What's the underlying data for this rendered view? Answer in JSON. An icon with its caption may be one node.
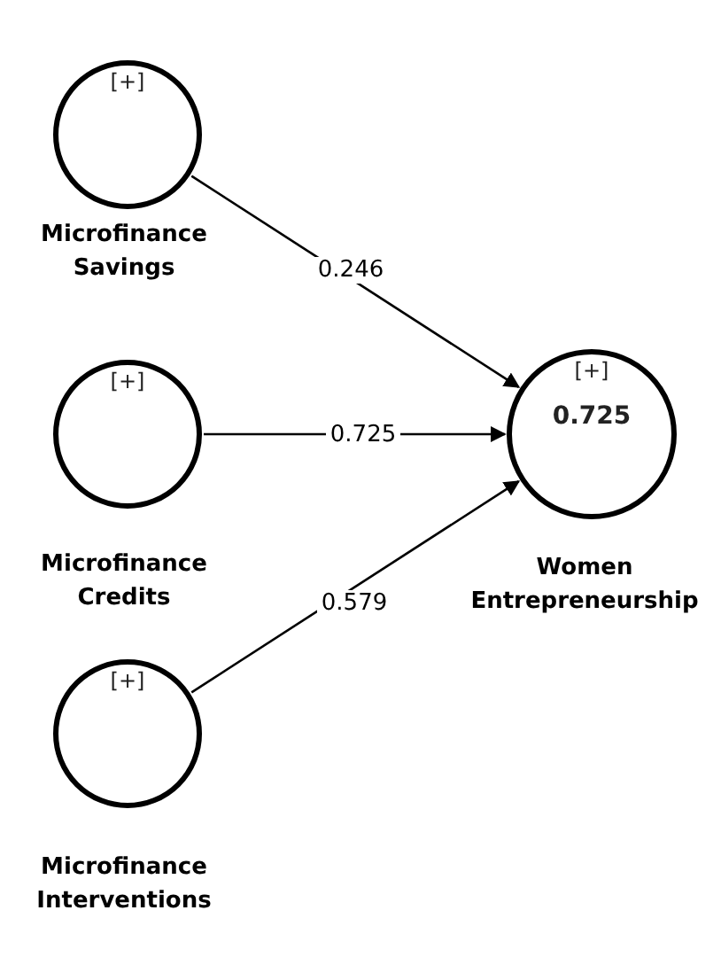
{
  "diagram": {
    "nodes": [
      {
        "text": [
          "[+]"
        ],
        "beside": [
          "Microfinance Savings"
        ]
      },
      {
        "text": [
          "[+]"
        ],
        "beside": [
          "Microfinance Credits"
        ]
      },
      {
        "text": [
          "[+]"
        ],
        "beside": [
          "Microfinance Interventions"
        ]
      },
      {
        "text": [
          "[+]",
          "0.725"
        ],
        "beside": [
          "Women Entrepreneurship"
        ]
      }
    ],
    "edges": [
      {
        "from": 0,
        "to": 3,
        "arrow": "to",
        "label": "0.246"
      },
      {
        "from": 1,
        "to": 3,
        "arrow": "to",
        "label": "0.725"
      },
      {
        "from": 2,
        "to": 3,
        "arrow": "to",
        "label": "0.579"
      }
    ]
  }
}
